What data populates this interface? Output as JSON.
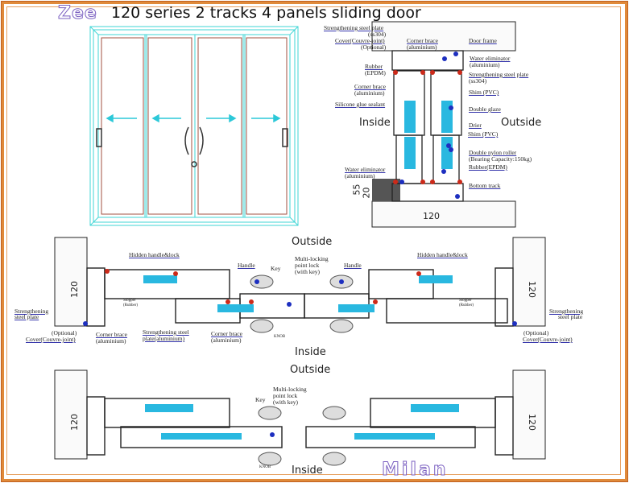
{
  "title": "120 series 2 tracks 4 panels sliding door",
  "logo_top": "Zee",
  "logo_bottom": "Milan",
  "vertical_section": {
    "inside": "Inside",
    "outside": "Outside",
    "labels_left": [
      "Strengthening steel plate",
      "(ss304)",
      "Cover(Couvre-joint)",
      "(Optional)",
      "Rubber",
      "(EPDM)",
      "Corner brace",
      "(aluminium)",
      "Silicone glue sealant",
      "Water eliminator",
      "(aluminium)"
    ],
    "labels_center": [
      "Corner brace",
      "(aluminium)"
    ],
    "labels_right": [
      "Door frame",
      "Water eliminator",
      "(aluminium)",
      "Strengthening steel plate",
      "(ss304)",
      "Shim (PVC)",
      "Double glaze",
      "Drier",
      "Shim (PVC)",
      "Double nylon roller",
      "(Bearing Capacity:150kg)",
      "Rubber(EPDM)",
      "Bottom track"
    ],
    "dims": [
      "55",
      "20",
      "120"
    ]
  },
  "horizontal_section_1": {
    "outside": "Outside",
    "inside": "Inside",
    "left_labels": [
      "Hidden handle&lock",
      "Stopper",
      "(Rubber)",
      "Strengthening",
      "steel plate",
      "(Optional)",
      "Cover(Couvre-joint)",
      "Corner brace",
      "(aluminium)",
      "Strengthening steel",
      "plate(aluminium)",
      "Corner brace",
      "(aluminium)",
      "Handle",
      "Key",
      "Multi-locking",
      "point lock",
      "(with key)",
      "KNOB"
    ],
    "right_labels": [
      "Handle",
      "Hidden handle&lock",
      "Stopper",
      "(Rubber)",
      "Strengthening",
      "steel plate",
      "(Optional)",
      "Cover(Couvre-joint)"
    ],
    "dim": "120"
  },
  "horizontal_section_2": {
    "outside": "Outside",
    "inside": "Inside",
    "labels": [
      "Key",
      "Multi-locking",
      "point lock",
      "(with key)",
      "KNOB"
    ],
    "dim": "120"
  },
  "colors": {
    "border": "#e08a3a",
    "frame_cyan": "#3fd6d6",
    "profile": "#222222",
    "rubber": "#cc2a1a",
    "glass": "#29b8e0",
    "callout": "#2233aa"
  }
}
